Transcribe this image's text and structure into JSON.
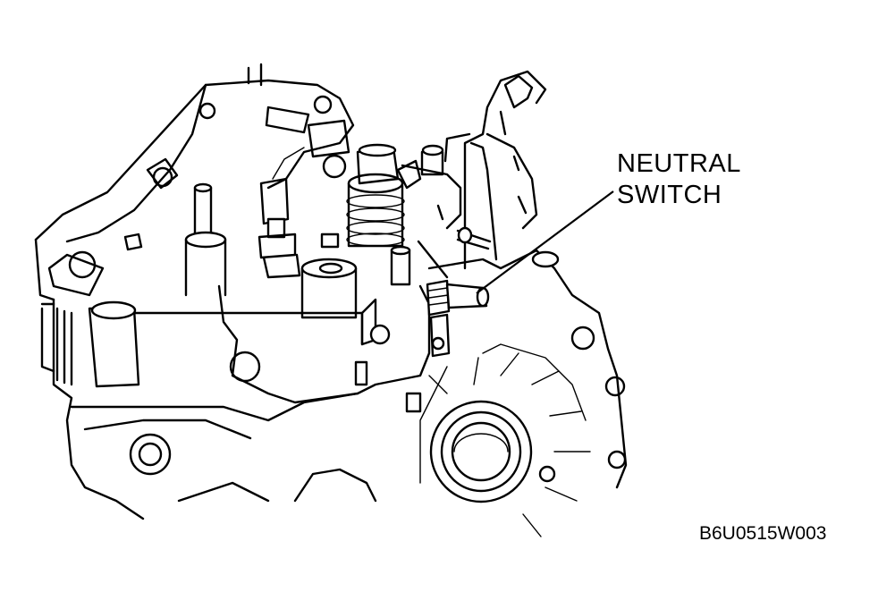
{
  "callout": {
    "line1": "NEUTRAL",
    "line2": "SWITCH"
  },
  "figure_code": "B6U0515W003",
  "colors": {
    "ink": "#000000",
    "paper": "#ffffff"
  }
}
